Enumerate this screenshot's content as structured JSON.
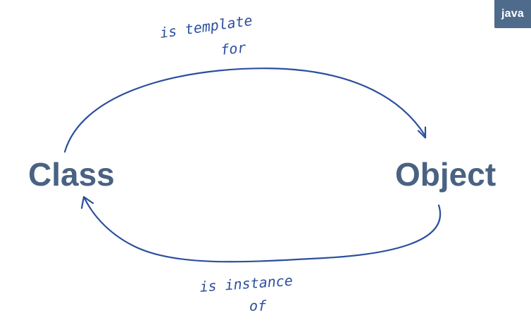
{
  "badge": {
    "label": "java"
  },
  "nodes": {
    "class_label": "Class",
    "object_label": "Object"
  },
  "edges": {
    "top": {
      "line1": "is template",
      "line2": "for"
    },
    "bottom": {
      "line1": "is instance",
      "line2": "of"
    }
  },
  "colors": {
    "node_text": "#4a6282",
    "ink": "#2c4f9e",
    "badge_bg": "#4e6b8c"
  }
}
